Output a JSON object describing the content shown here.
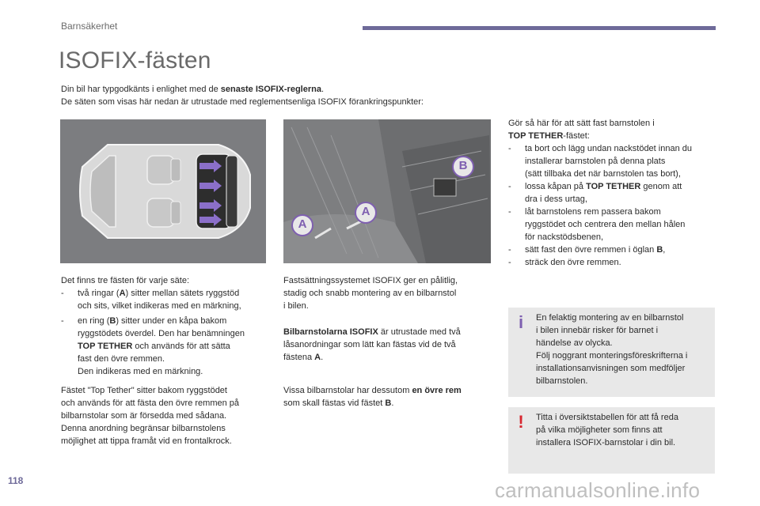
{
  "header": {
    "section_label": "Barnsäkerhet",
    "accent_color": "#6e6a99"
  },
  "title": "ISOFIX-fästen",
  "intro": {
    "line1_pre": "Din bil har typgodkänts i enlighet med de ",
    "line1_bold": "senaste ISOFIX-reglerna",
    "line1_post": ".",
    "line2": "De säten som visas här nedan är utrustade med reglementsenliga ISOFIX förankringspunkter:"
  },
  "images": {
    "car_alt": "car-top-view-isofix-icon",
    "seat_label_a1": "A",
    "seat_label_a2": "A",
    "seat_label_b": "B"
  },
  "col1": {
    "lead": "Det finns tre fästen för varje säte:",
    "item1_dash": "-",
    "item1_pre": "två ringar (",
    "item1_bold": "A",
    "item1_post": ") sitter mellan sätets ryggstöd\noch sits, vilket indikeras med en märkning,",
    "item2_dash": "-",
    "item2_pre": "en ring (",
    "item2_bold": "B",
    "item2_mid": ") sitter under en kåpa bakom\nryggstödets överdel. Den har benämningen\n",
    "item2_bold2": "TOP TETHER",
    "item2_post": " och används för att sätta\nfast den övre remmen.\nDen indikeras med en märkning.",
    "para": "Fästet \"Top Tether\" sitter bakom ryggstödet\noch används för att fästa den övre remmen på\nbilbarnstolar som är försedda med sådana.\nDenna anordning begränsar bilbarnstolens\nmöjlighet att tippa framåt vid en frontalkrock."
  },
  "col2": {
    "para1": "Fastsättningssystemet ISOFIX ger en pålitlig,\nstadig och snabb montering av en bilbarnstol\ni bilen.",
    "para2_bold": "Bilbarnstolarna ISOFIX",
    "para2_rest": " är utrustade med två\nlåsanordningar som lätt kan fästas vid de två\nfästena ",
    "para2_bold2": "A",
    "para2_end": ".",
    "para3_pre": "Vissa bilbarnstolar har dessutom ",
    "para3_bold": "en övre rem",
    "para3_mid": "\nsom skall fästas vid fästet ",
    "para3_bold2": "B",
    "para3_end": "."
  },
  "col3": {
    "lead_pre": "Gör så här för att sätt fast barnstolen i\n",
    "lead_bold": "TOP TETHER",
    "lead_post": "-fästet:",
    "steps": [
      {
        "dash": "-",
        "pre": "ta bort och lägg undan nackstödet innan du\ninstallerar barnstolen på denna plats\n(sätt tillbaka det när barnstolen tas bort),",
        "bold": "",
        "post": ""
      },
      {
        "dash": "-",
        "pre": "lossa kåpan på ",
        "bold": "TOP TETHER",
        "post": " genom att\ndra i dess urtag,"
      },
      {
        "dash": "-",
        "pre": "låt barnstolens rem passera bakom\nryggstödet och centrera den mellan hålen\nför nackstödsbenen,",
        "bold": "",
        "post": ""
      },
      {
        "dash": "-",
        "pre": "sätt fast den övre remmen i öglan ",
        "bold": "B",
        "post": ","
      },
      {
        "dash": "-",
        "pre": "sträck den övre remmen.",
        "bold": "",
        "post": ""
      }
    ]
  },
  "notes": {
    "info_icon": "i",
    "info_color": "#7e5fb0",
    "info_text": "En felaktig montering av en bilbarnstol\ni bilen innebär risker för barnet i\nhändelse av olycka.\nFölj noggrant monteringsföreskrifterna i\ninstallationsanvisningen som medföljer\nbilbarnstolen.",
    "warn_icon": "!",
    "warn_color": "#d7262f",
    "warn_text": "Titta i översiktstabellen för att få reda\npå vilka möjligheter som finns att\ninstallera ISOFIX-barnstolar i din bil."
  },
  "footer": {
    "page_number": "118",
    "watermark": "carmanualsonline.info"
  }
}
